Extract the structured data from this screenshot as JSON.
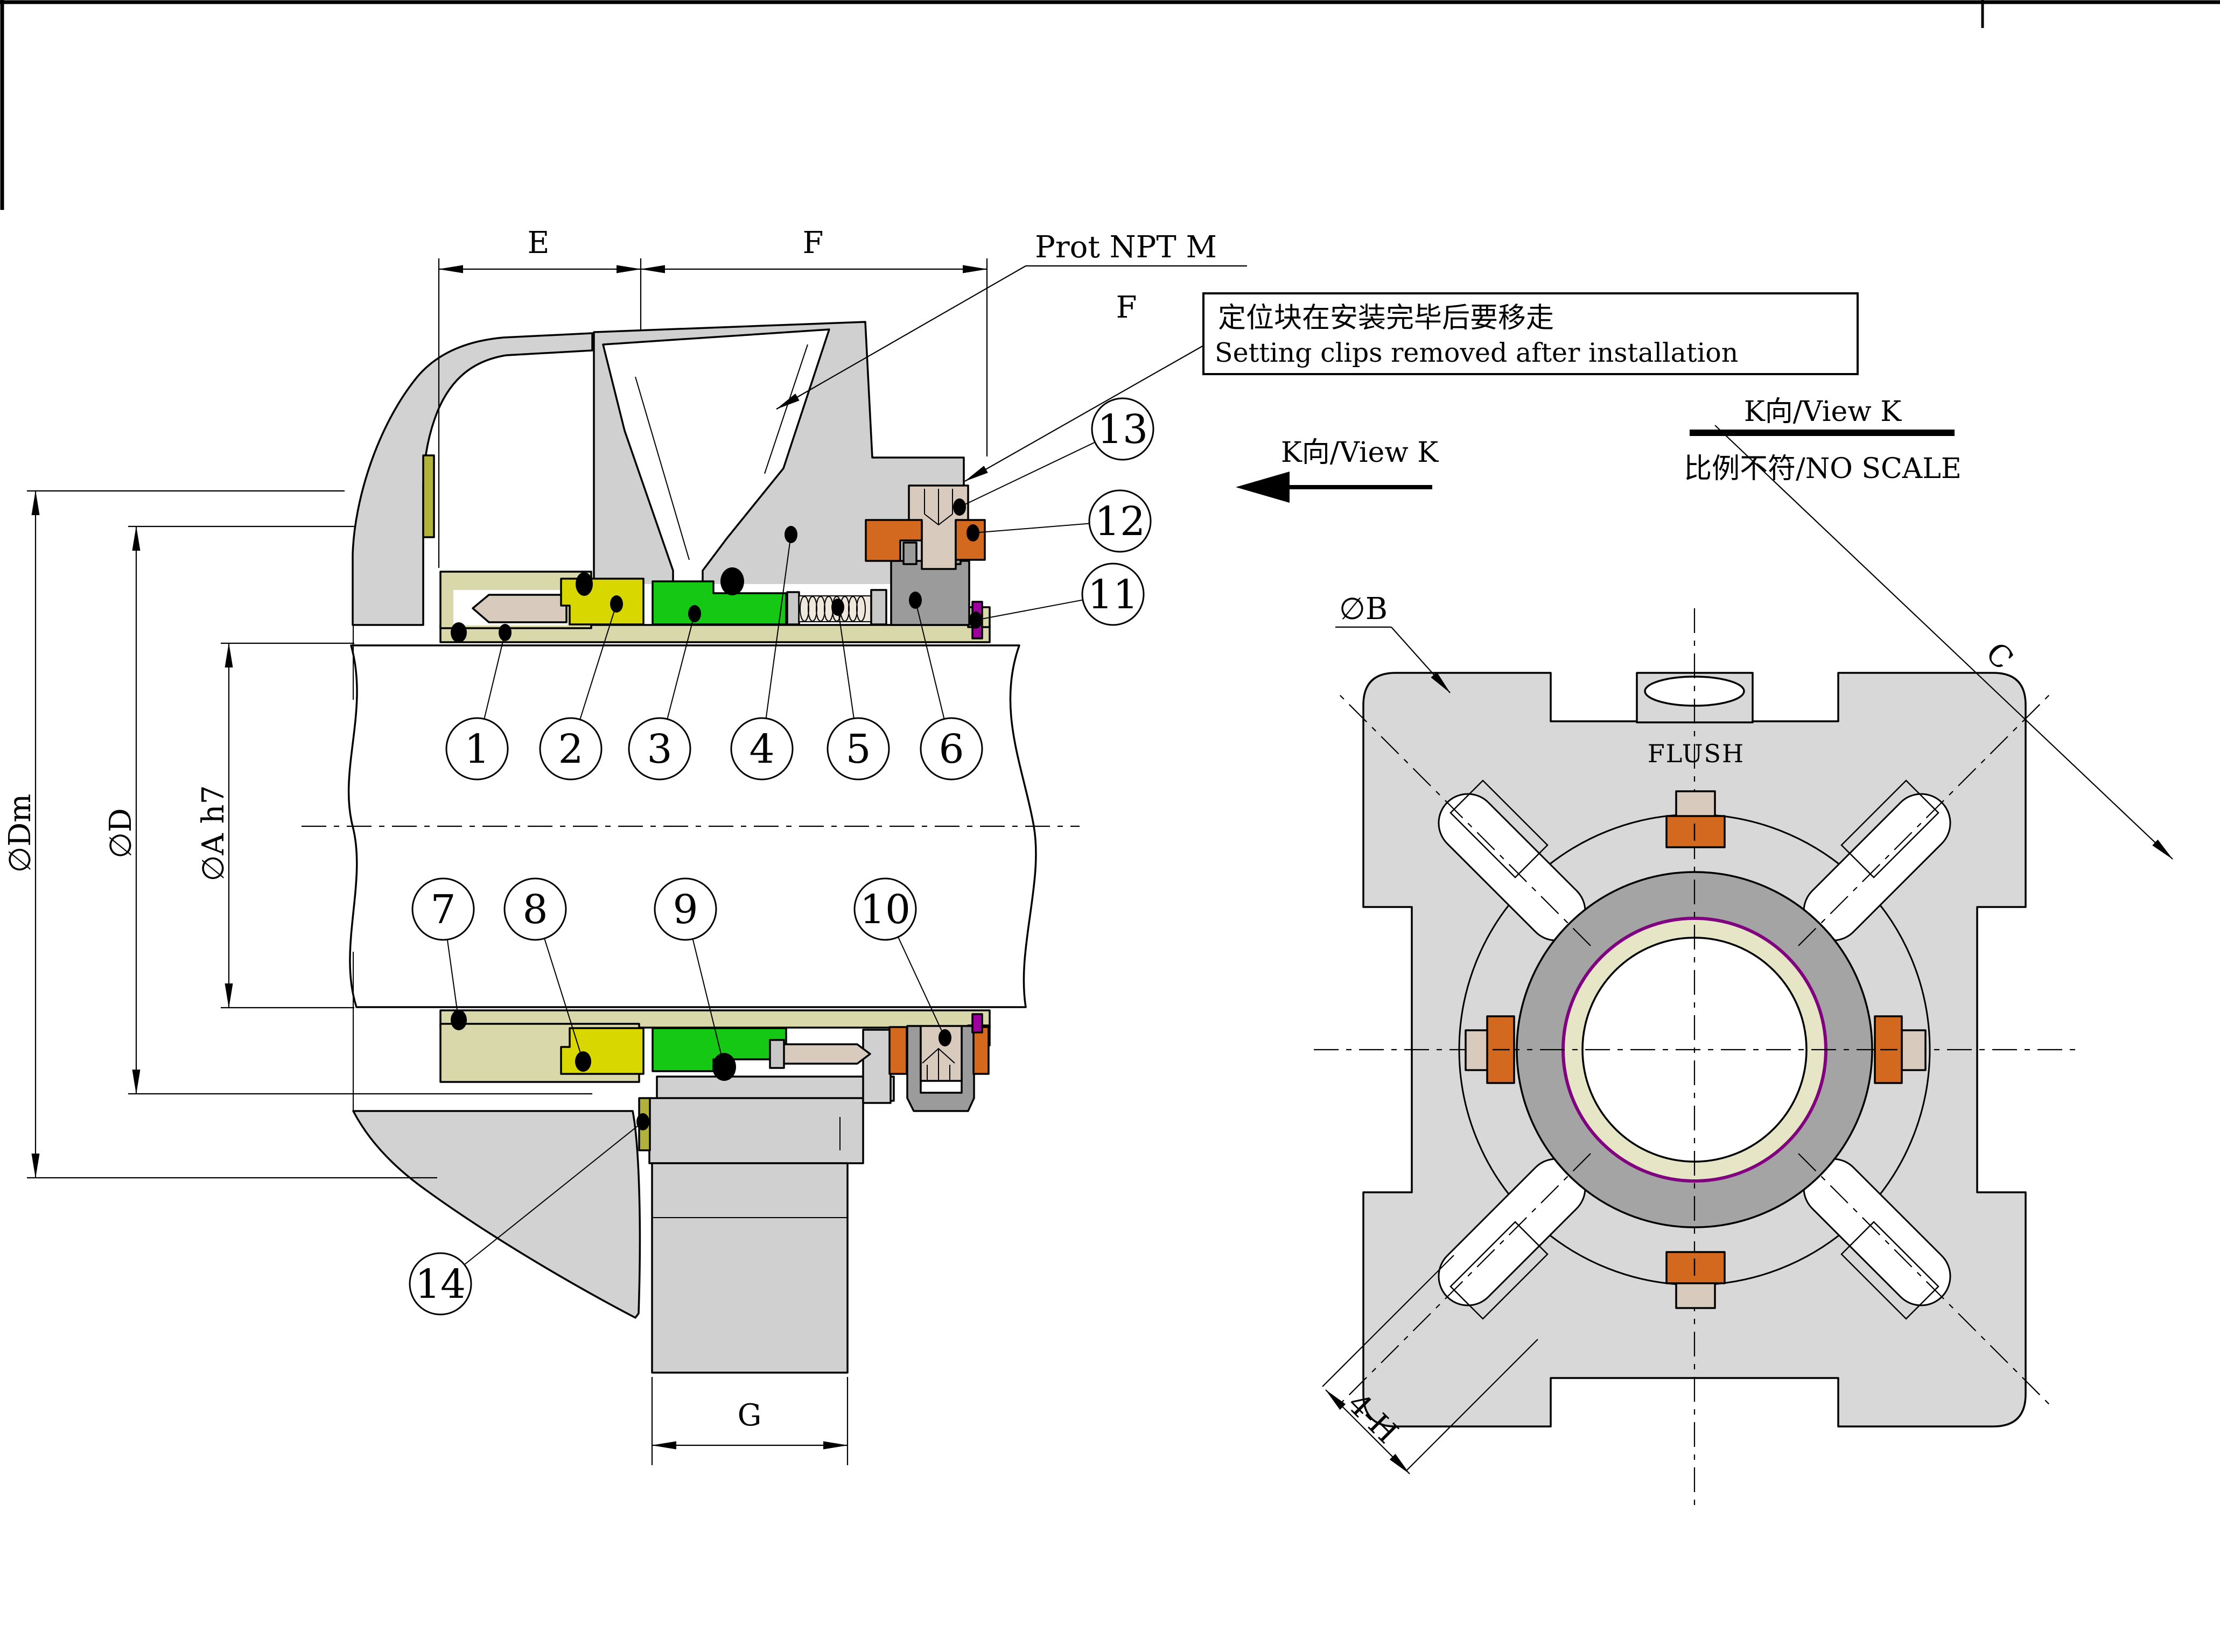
{
  "labels": {
    "prot_npt": "Prot NPT M",
    "prot_npt_sub": "F",
    "note_line1": "定位块在安装完毕后要移走",
    "note_line2": "Setting clips removed after installation",
    "view_k_left": "K向/View K",
    "view_k_title": "K向/View K",
    "view_k_scale": "比例不符/NO SCALE",
    "flush": "FLUSH",
    "dim_E": "E",
    "dim_F": "F",
    "dim_G": "G",
    "dim_Dm": "∅Dm",
    "dim_D": "∅D",
    "dim_A": "∅A h7",
    "dim_B": "∅B",
    "dim_C": "C",
    "dim_4H": "4-H"
  },
  "balloons": [
    "1",
    "2",
    "3",
    "4",
    "5",
    "6",
    "7",
    "8",
    "9",
    "10",
    "11",
    "12",
    "13",
    "14"
  ],
  "colors": {
    "housing": "#d2d2d2",
    "gland": "#d0d0d0",
    "sleeve": "#d8d8aa",
    "yellow": "#d8d800",
    "green": "#14c814",
    "spring": "#efe6dc",
    "neck": "#9b9b9b",
    "orange": "#d2691e",
    "purple": "#a000a0",
    "tan": "#d8cabc",
    "olive": "#b2b23a",
    "body_k": "#d8d8d8",
    "ring_gray": "#a4a4a4",
    "ring_khaki": "#e6e6c6",
    "ring_purple": "#800080"
  }
}
